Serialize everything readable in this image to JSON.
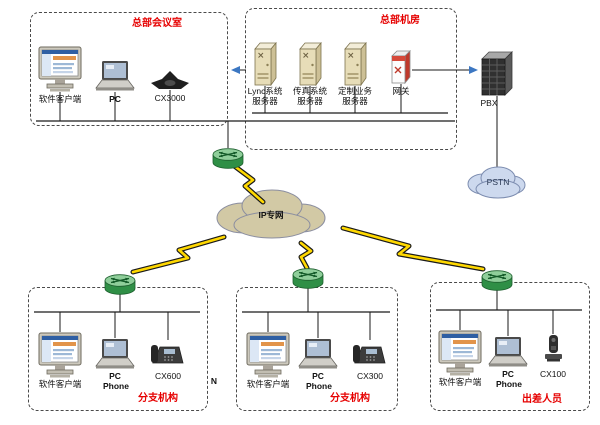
{
  "groups": {
    "hq_meeting": {
      "label": "总部会议室"
    },
    "hq_room": {
      "label": "总部机房"
    },
    "branch1": {
      "label": "分支机构"
    },
    "branch2": {
      "label": "分支机构"
    },
    "traveler": {
      "label": "出差人员"
    }
  },
  "nodes": {
    "software_client": {
      "label": "软件客户端"
    },
    "pc": {
      "label": "PC"
    },
    "phone": {
      "label": "Phone"
    },
    "cx3000": {
      "label": "CX3000"
    },
    "cx600": {
      "label": "CX600"
    },
    "cx300": {
      "label": "CX300"
    },
    "cx100": {
      "label": "CX100"
    },
    "lync_server": {
      "label": "Lync系统\n服务器"
    },
    "fax_server": {
      "label": "传真系统\n服务器"
    },
    "custom_server": {
      "label": "定制业务\n服务器"
    },
    "gateway": {
      "label": "网关"
    },
    "pbx": {
      "label": "PBX"
    },
    "pstn": {
      "label": "PSTN"
    },
    "ip_network": {
      "label": "IP专网"
    },
    "n_marker": {
      "label": "N"
    }
  },
  "colors": {
    "group_label": "#e60000",
    "line": "#1a1a1a",
    "lightning_fill": "#ffd800",
    "lightning_outline": "#1a1a1a",
    "router_green": "#2f8f46",
    "ip_cloud_fill": "#d2c9a5",
    "pstn_cloud_fill": "#cdd9ee",
    "link_arrow_blue": "#3c77c2"
  }
}
